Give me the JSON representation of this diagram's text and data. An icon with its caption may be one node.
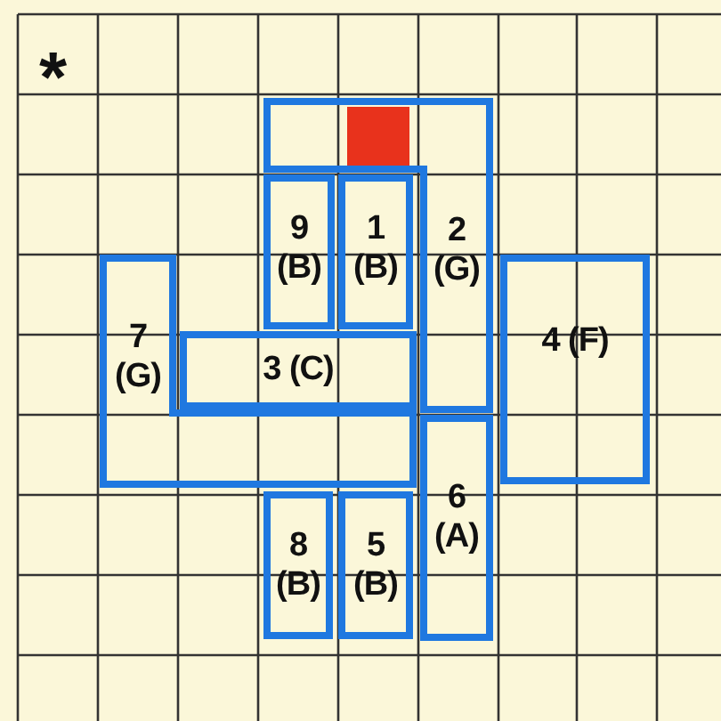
{
  "diagram": {
    "nodes": [
      {
        "text": [
          "2 (G)"
        ]
      },
      {
        "text": [],
        "shape": "box",
        "in": 0
      },
      {
        "text": [
          "9 (B)"
        ]
      },
      {
        "text": [
          "1 (B)"
        ]
      },
      {
        "text": [
          "7 (G)"
        ]
      },
      {
        "text": [
          "4 (F)"
        ]
      },
      {
        "text": [
          "3 (C)"
        ]
      },
      {
        "text": [
          "6 (A)"
        ]
      },
      {
        "text": [
          "8 (B)"
        ]
      },
      {
        "text": [
          "5 (B)"
        ]
      }
    ],
    "labels": [
      "*"
    ]
  }
}
